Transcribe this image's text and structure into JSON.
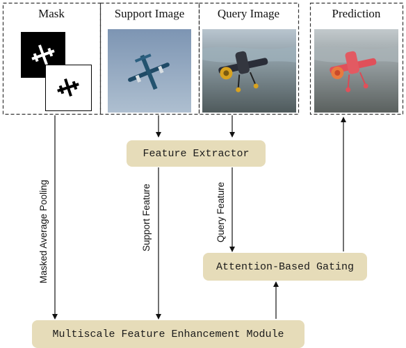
{
  "panels": {
    "mask_title": "Mask",
    "support_title": "Support Image",
    "query_title": "Query Image",
    "prediction_title": "Prediction"
  },
  "blocks": {
    "feature_extractor": "Feature Extractor",
    "attention_gating": "Attention-Based Gating",
    "multiscale_module": "Multiscale Feature Enhancement Module"
  },
  "edges": {
    "masked_pooling": "Masked Average Pooling",
    "support_feature": "Support Feature",
    "query_feature": "Query Feature"
  },
  "colors": {
    "block_fill": "#e6dcb9",
    "prediction_overlay": "#e0505a",
    "dashed_border": "#333333"
  }
}
